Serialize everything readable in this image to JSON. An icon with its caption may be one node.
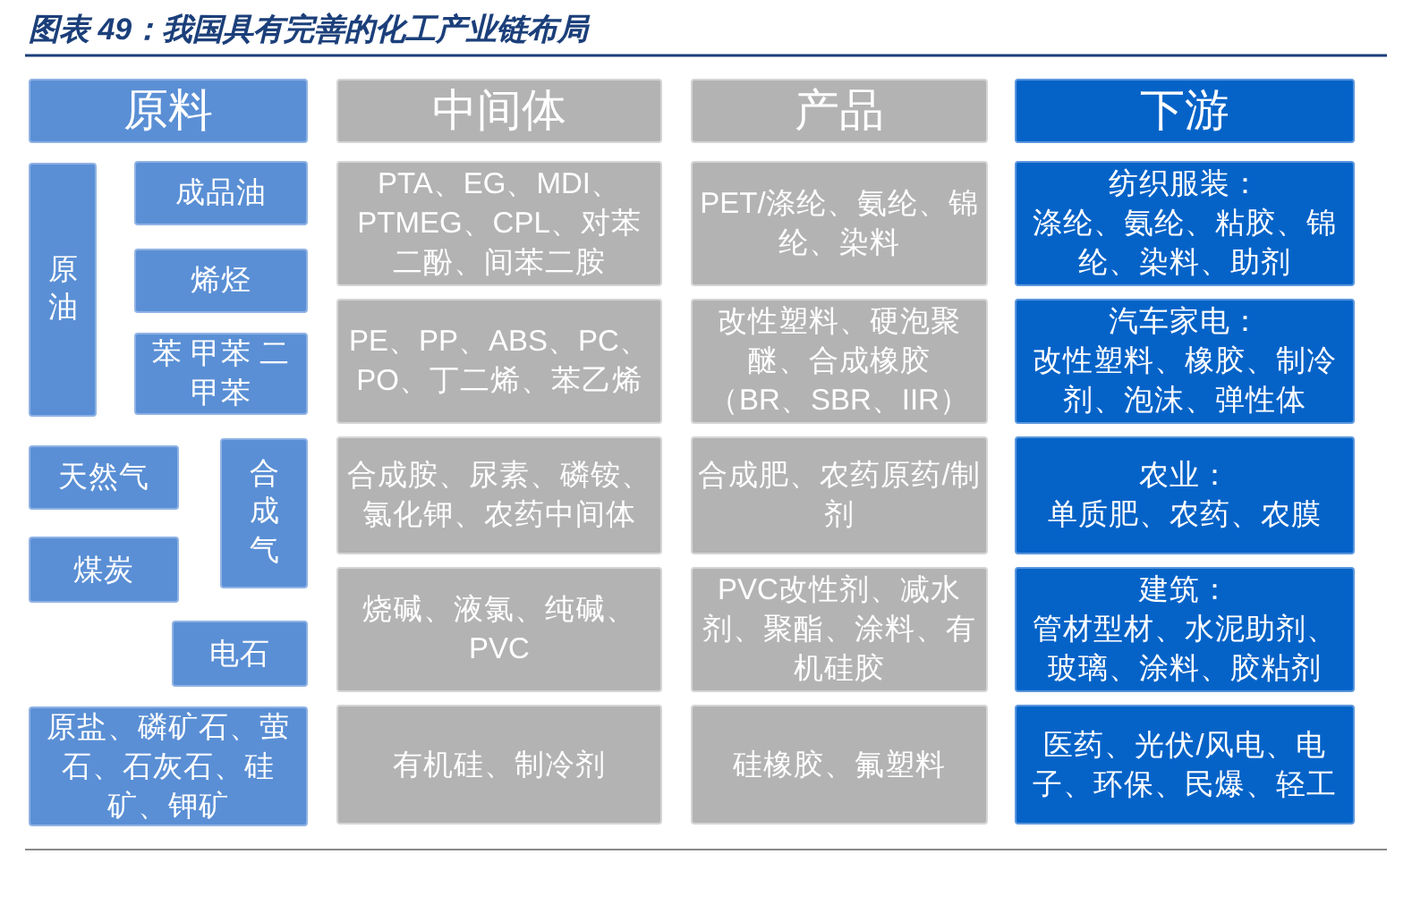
{
  "diagram": {
    "title": "图表 49：我国具有完善的化工产业链布局",
    "nodes": [
      {
        "text": [
          "原料"
        ]
      },
      {
        "text": [
          "中间体"
        ]
      },
      {
        "text": [
          "产品"
        ]
      },
      {
        "text": [
          "下游"
        ]
      },
      {
        "text": [
          "原油"
        ]
      },
      {
        "text": [
          "成品油"
        ]
      },
      {
        "text": [
          "烯烃"
        ]
      },
      {
        "text": [
          "苯 甲苯 二甲苯"
        ]
      },
      {
        "text": [
          "天然气"
        ]
      },
      {
        "text": [
          "合成气"
        ]
      },
      {
        "text": [
          "煤炭"
        ]
      },
      {
        "text": [
          "电石"
        ]
      },
      {
        "text": [
          "原盐、磷矿石、萤石、石灰石、硅矿、钾矿"
        ]
      },
      {
        "text": [
          "PTA、EG、MDI、PTMEG、CPL、对苯二酚、间苯二胺"
        ]
      },
      {
        "text": [
          "PET/涤纶、氨纶、锦纶、染料"
        ]
      },
      {
        "text": [
          "纺织服装：",
          "涤纶、氨纶、粘胶、锦纶、染料、助剂"
        ]
      },
      {
        "text": [
          "PE、PP、ABS、PC、PO、丁二烯、苯乙烯"
        ]
      },
      {
        "text": [
          "改性塑料、硬泡聚醚、合成橡胶（BR、SBR、IIR）"
        ]
      },
      {
        "text": [
          "汽车家电：",
          "改性塑料、橡胶、制冷剂、泡沫、弹性体"
        ]
      },
      {
        "text": [
          "合成胺、尿素、磷铵、氯化钾、农药中间体"
        ]
      },
      {
        "text": [
          "合成肥、农药原药/制剂"
        ]
      },
      {
        "text": [
          "农业：",
          "单质肥、农药、农膜"
        ]
      },
      {
        "text": [
          "烧碱、液氯、纯碱、PVC"
        ]
      },
      {
        "text": [
          "PVC改性剂、减水剂、聚酯、涂料、有机硅胶"
        ]
      },
      {
        "text": [
          "建筑：",
          "管材型材、水泥助剂、玻璃、涂料、胶粘剂"
        ]
      },
      {
        "text": [
          "有机硅、制冷剂"
        ]
      },
      {
        "text": [
          "硅橡胶、氟塑料"
        ]
      },
      {
        "text": [
          "医药、光伏/风电、电子、环保、民爆、轻工"
        ]
      }
    ]
  }
}
